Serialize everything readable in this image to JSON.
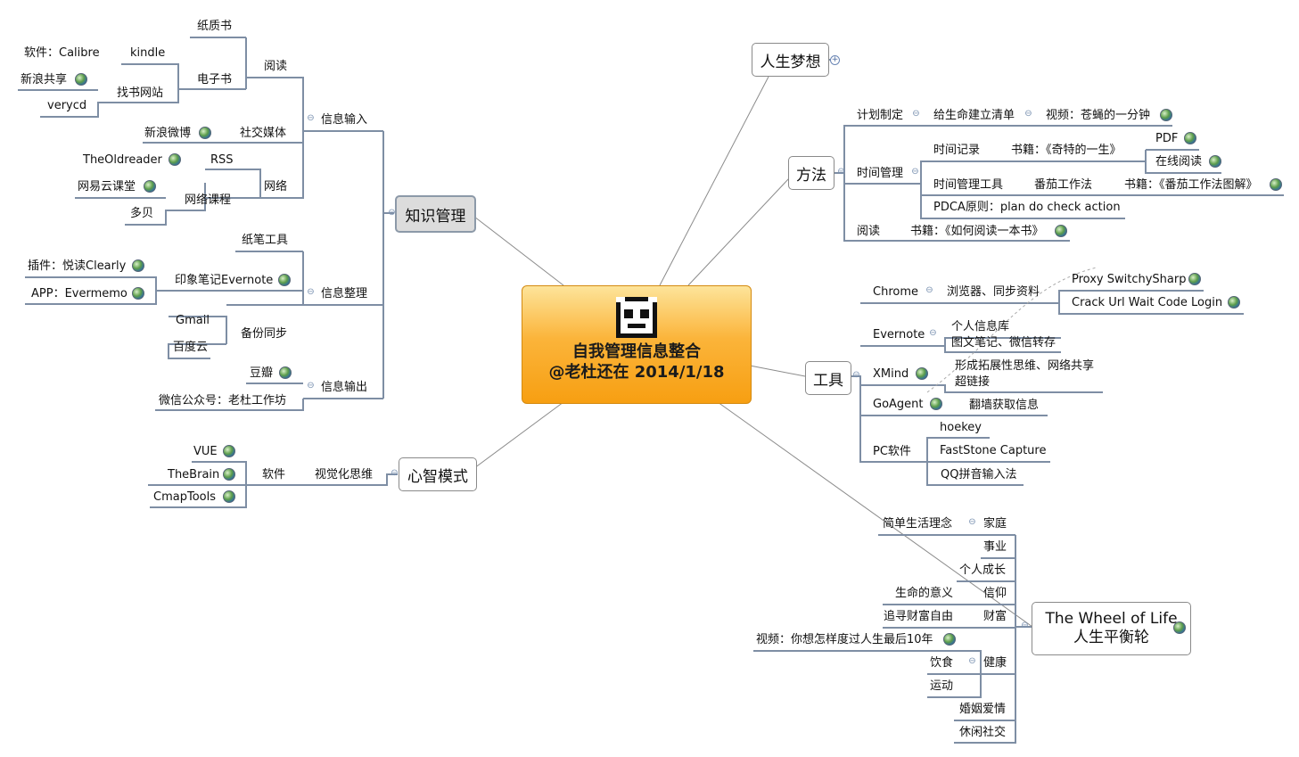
{
  "central": {
    "line1": "自我管理信息整合",
    "line2": "@老杜还在 2014/1/18",
    "icon": "robot-face-icon"
  },
  "topics": {
    "km": "知识管理",
    "dream": "人生梦想",
    "method": "方法",
    "tools": "工具",
    "mind": "心智模式",
    "wheel1": "The Wheel of Life",
    "wheel2": "人生平衡轮"
  },
  "km": {
    "input": "信息输入",
    "read": "阅读",
    "paperbook": "纸质书",
    "ebook": "电子书",
    "kindle": "kindle",
    "calibre": "软件：Calibre",
    "findsite": "找书网站",
    "sina_share": "新浪共享",
    "verycd": "verycd",
    "social": "社交媒体",
    "sina_weibo": "新浪微博",
    "net": "网络",
    "rss": "RSS",
    "oldreader": "TheOldreader",
    "course": "网络课程",
    "netease": "网易云课堂",
    "duobei": "多贝",
    "organize": "信息整理",
    "pen": "纸笔工具",
    "evernote": "印象笔记Evernote",
    "clearly": "插件：悦读Clearly",
    "evermemo": "APP：Evermemo",
    "backup": "备份同步",
    "gmail": "Gmail",
    "baiduyun": "百度云",
    "output": "信息输出",
    "douban": "豆瓣",
    "wechat": "微信公众号：老杜工作坊"
  },
  "mind": {
    "visual": "视觉化思维",
    "software": "软件",
    "vue": "VUE",
    "thebrain": "TheBrain",
    "cmap": "CmapTools"
  },
  "method": {
    "plan": "计划制定",
    "lifelist": "给生命建立清单",
    "video1": "视频：苍蝇的一分钟",
    "time": "时间管理",
    "record": "时间记录",
    "book1": "书籍：《奇特的一生》",
    "pdf": "PDF",
    "online": "在线阅读",
    "timetool": "时间管理工具",
    "tomato": "番茄工作法",
    "book2": "书籍：《番茄工作法图解》",
    "pdca": "PDCA原则：plan do check action",
    "read": "阅读",
    "book3": "书籍：《如何阅读一本书》"
  },
  "tools": {
    "chrome": "Chrome",
    "browser": "浏览器、同步资料",
    "proxy": "Proxy SwitchySharp",
    "crack": "Crack Url Wait Code Login",
    "evernote": "Evernote",
    "personal": "个人信息库",
    "notes": "图文笔记、微信转存",
    "xmind": "XMind",
    "expand": "形成拓展性思维、网络共享",
    "hyperlink": "超链接",
    "goagent": "GoAgent",
    "wall": "翻墙获取信息",
    "pc": "PC软件",
    "hoekey": "hoekey",
    "faststone": "FastStone Capture",
    "qq": "QQ拼音输入法"
  },
  "wheel": {
    "simple": "简单生活理念",
    "family": "家庭",
    "career": "事业",
    "growth": "个人成长",
    "meaning": "生命的意义",
    "faith": "信仰",
    "freedom": "追寻财富自由",
    "wealth": "财富",
    "video2": "视频：你想怎样度过人生最后10年",
    "health": "健康",
    "diet": "饮食",
    "sport": "运动",
    "marriage": "婚姻爱情",
    "leisure": "休闲社交"
  }
}
